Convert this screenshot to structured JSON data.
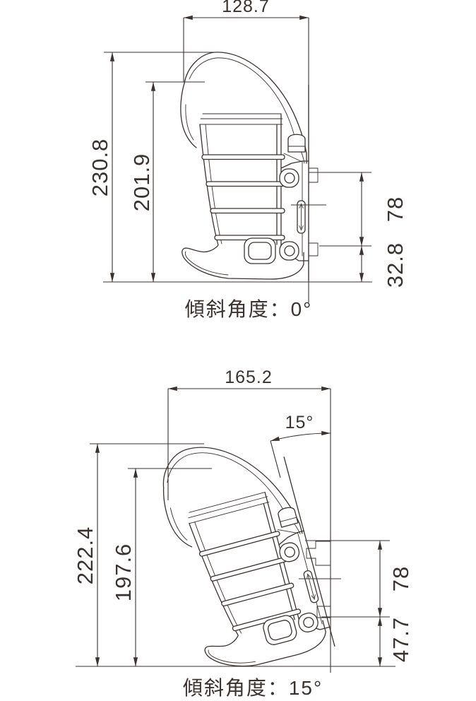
{
  "drawing_title": "luminaire tilt-angle dimension drawing",
  "style": {
    "line_color": "#3a322f",
    "background": "#ffffff"
  },
  "figures": [
    {
      "id": "tilt-0",
      "caption": "傾斜角度：0°",
      "dimensions": {
        "width": "128.7",
        "overall_height": "230.8",
        "body_height": "201.9",
        "mount_pitch": "78",
        "bottom_offset": "32.8"
      }
    },
    {
      "id": "tilt-15",
      "caption": "傾斜角度：15°",
      "tilt_angle": "15°",
      "dimensions": {
        "width": "165.2",
        "overall_height": "222.4",
        "body_height": "197.6",
        "mount_pitch": "78",
        "bottom_offset": "47.7"
      }
    }
  ]
}
